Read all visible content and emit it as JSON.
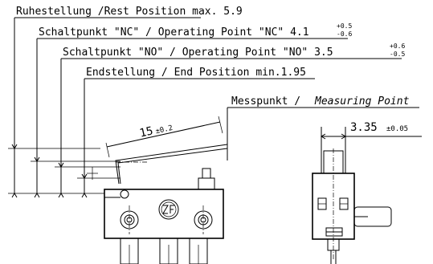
{
  "labels": {
    "rest_position": "Ruhestellung /Rest Position max. 5.9",
    "nc_point": "Schaltpunkt \"NC\" / Operating Point  \"NC\" 4.1",
    "nc_tol_plus": "+0.5",
    "nc_tol_minus": "-0.6",
    "no_point": "Schaltpunkt \"NO\" / Operating Point  \"NO\" 3.5",
    "no_tol_plus": "+0.6",
    "no_tol_minus": "-0.5",
    "end_position": "Endstellung / End Position  min.1.95",
    "measuring_de": "Messpunkt /",
    "measuring_en": "Measuring Point",
    "lever_length": "15",
    "lever_tol": "±0.2",
    "width_dim": "3.35",
    "width_tol": "±0.05"
  },
  "icons": {
    "logo": "zf-logo-icon"
  }
}
